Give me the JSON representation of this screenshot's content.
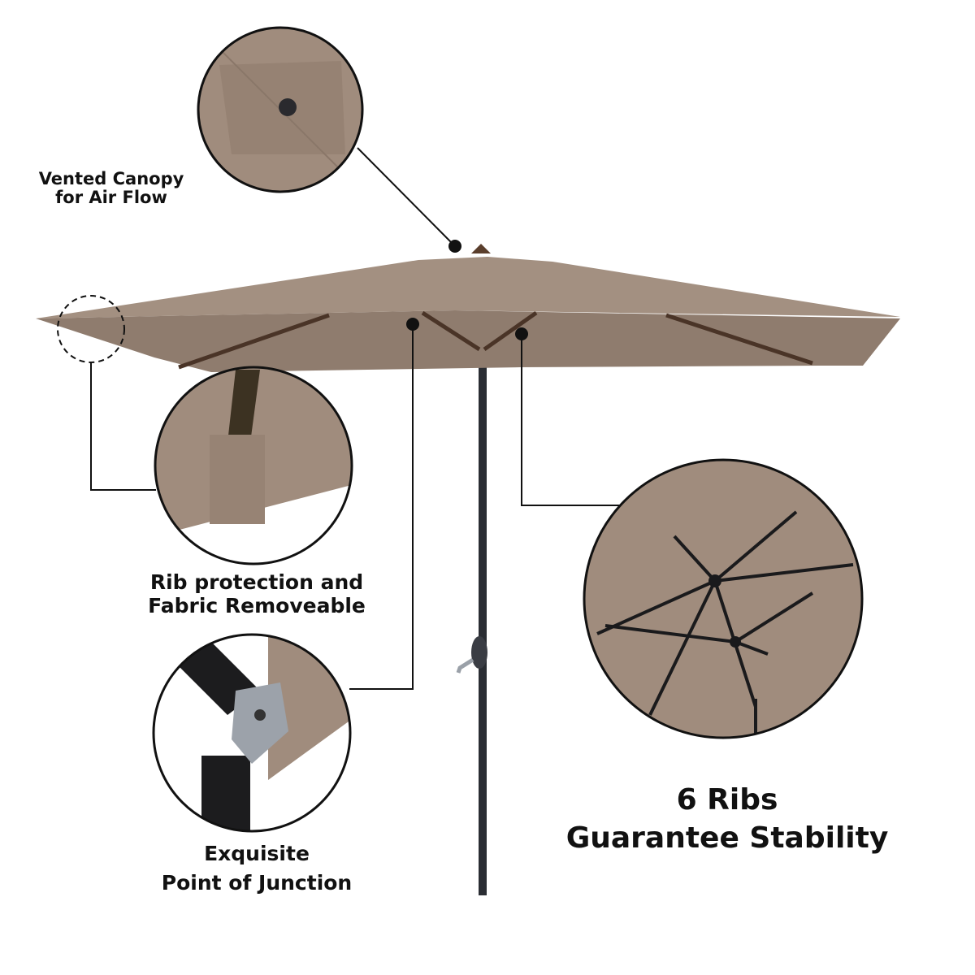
{
  "features": {
    "vented": {
      "line1": "Vented Canopy",
      "line2": "for Air Flow"
    },
    "rib": {
      "line1": "Rib protection and",
      "line2": "Fabric Removeable"
    },
    "junction": {
      "line1": "Exquisite",
      "line2": "Point of Junction"
    },
    "ribs": {
      "line1": "6 Ribs",
      "line2": "Guarantee Stability"
    }
  },
  "colors": {
    "canopy_top": "#a39081",
    "canopy_under": "#8f7c6e",
    "rib": "#4a3427",
    "pole": "#2a2d33"
  }
}
